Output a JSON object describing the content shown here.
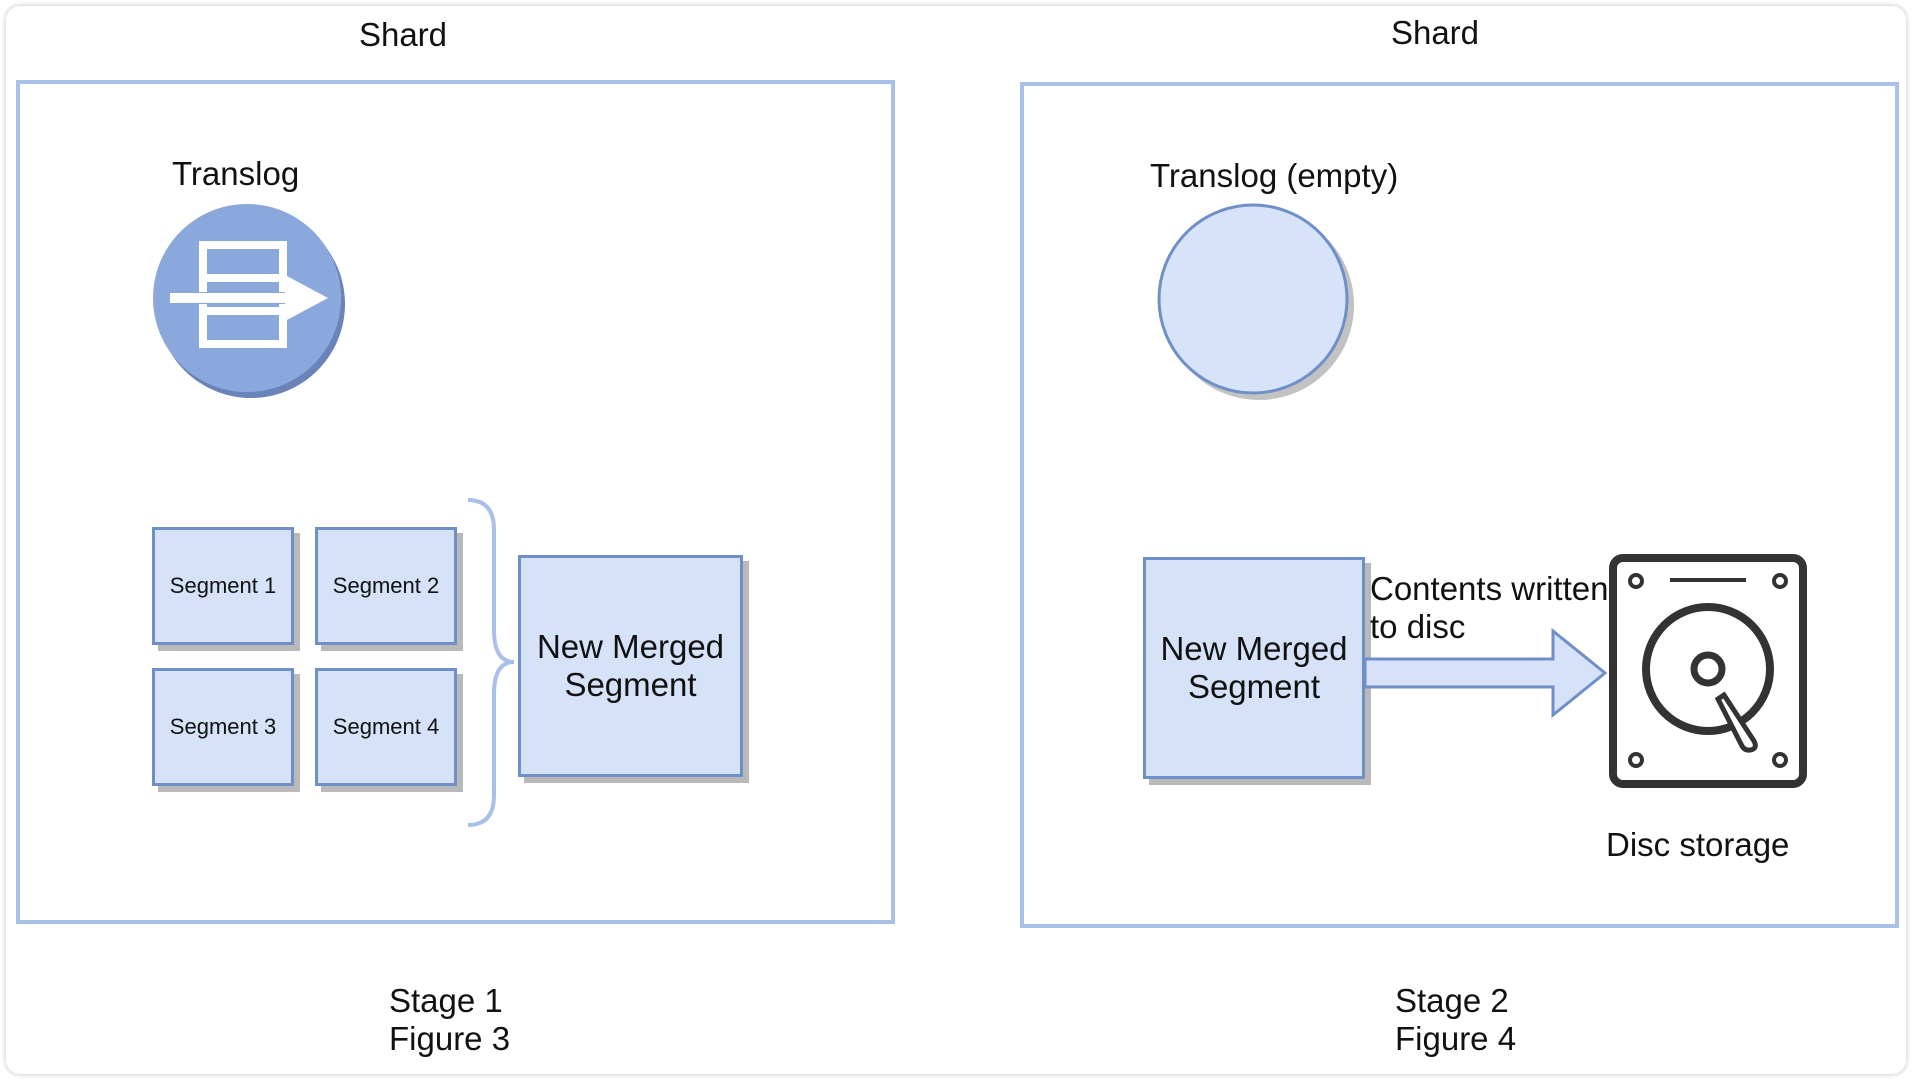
{
  "colors": {
    "shard_border": "#a9c1e8",
    "segment_fill": "#d5e2f8",
    "segment_border": "#6f8fc9",
    "translog_fill": "#8ba8dc",
    "empty_translog_fill": "#d6e3f8"
  },
  "stage1": {
    "shard_title": "Shard",
    "translog_label": "Translog",
    "translog_icon": "translog-arrow-icon",
    "segments": [
      "Segment 1",
      "Segment 2",
      "Segment 3",
      "Segment 4"
    ],
    "merged_segment": [
      "New Merged",
      "Segment"
    ],
    "caption_stage": "Stage 1",
    "caption_figure": "Figure 3"
  },
  "stage2": {
    "shard_title": "Shard",
    "translog_label": "Translog (empty)",
    "merged_segment": [
      "New Merged",
      "Segment"
    ],
    "arrow_label": [
      "Contents written",
      "to disc"
    ],
    "disc_icon": "hard-disk-icon",
    "disc_label": "Disc storage",
    "caption_stage": "Stage 2",
    "caption_figure": "Figure 4"
  }
}
